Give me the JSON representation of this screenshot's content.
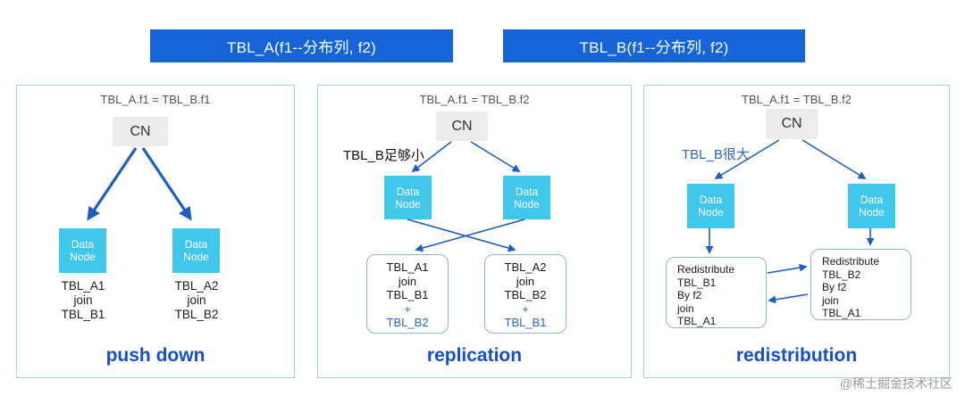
{
  "headers": {
    "tbl_a": "TBL_A(f1--分布列, f2)",
    "tbl_b": "TBL_B(f1--分布列, f2)"
  },
  "labels": {
    "cn": "CN",
    "data_node": "Data Node"
  },
  "panel1": {
    "condition": "TBL_A.f1 = TBL_B.f1",
    "left_join": [
      "TBL_A1",
      "join",
      "TBL_B1"
    ],
    "right_join": [
      "TBL_A2",
      "join",
      "TBL_B2"
    ],
    "caption": "push down"
  },
  "panel2": {
    "condition": "TBL_A.f1 = TBL_B.f2",
    "note": "TBL_B足够小",
    "left_box": [
      "TBL_A1",
      "join",
      "TBL_B1",
      "+",
      "TBL_B2"
    ],
    "right_box": [
      "TBL_A2",
      "join",
      "TBL_B2",
      "+",
      "TBL_B1"
    ],
    "caption": "replication"
  },
  "panel3": {
    "condition": "TBL_A.f1 = TBL_B.f2",
    "note": "TBL_B很大",
    "left_box": [
      "Redistribute",
      "TBL_B1",
      "By f2",
      "join",
      "TBL_A1"
    ],
    "right_box": [
      "Redistribute",
      "TBL_B2",
      "By f2",
      "join",
      "TBL_A1"
    ],
    "caption": "redistribution"
  },
  "watermark": "@稀土掘金技术社区",
  "colors": {
    "header_bg": "#1565d8",
    "node_cyan": "#41c7ec",
    "cn_gray": "#ececec",
    "arrow_blue": "#1d5ec2",
    "caption_blue": "#164fc9",
    "accent_text_blue": "#2a66cc",
    "panel_border": "#aacbe9"
  }
}
